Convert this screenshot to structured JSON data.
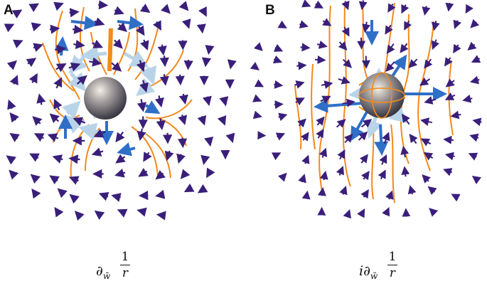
{
  "panels": [
    {
      "id": "A",
      "label": "A",
      "caption": {
        "prefix": "",
        "operator": "∂",
        "subscript": "w̄",
        "numerator": "1",
        "denominator": "r"
      }
    },
    {
      "id": "B",
      "label": "B",
      "caption": {
        "prefix": "i",
        "operator": "∂",
        "subscript": "w̄",
        "numerator": "1",
        "denominator": "r"
      }
    }
  ],
  "colors": {
    "field_lines": "#f28a1c",
    "small_arrows": "#3a1f7a",
    "large_arrows_blue": "#2f6fc7",
    "large_arrows_light": "#b9d4e8",
    "sphere": "#6f6f75"
  }
}
